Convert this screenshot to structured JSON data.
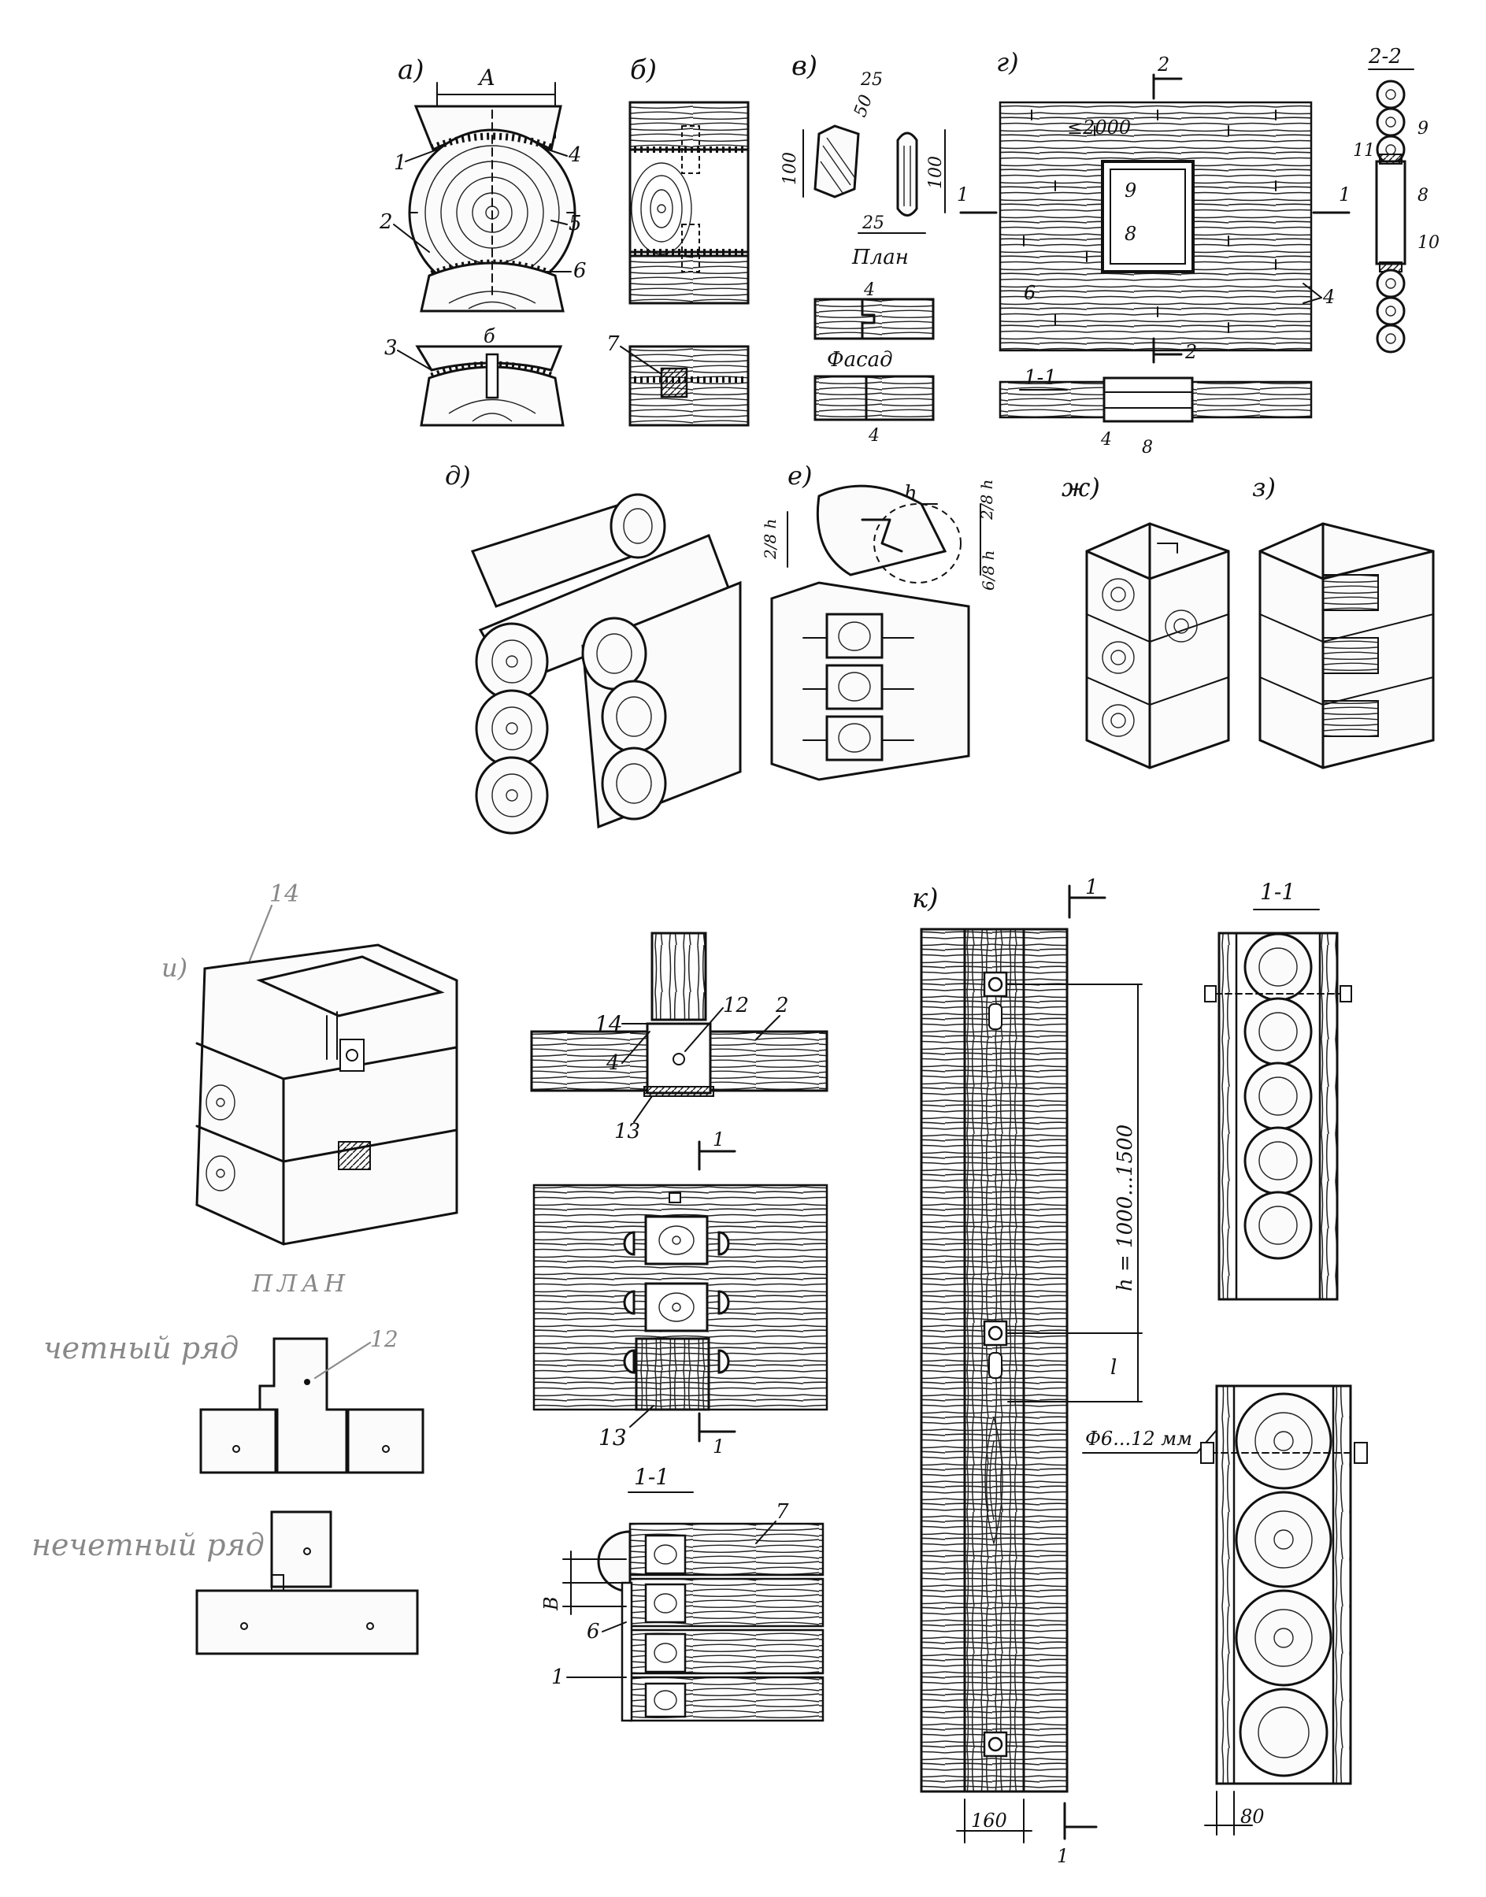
{
  "panels": {
    "a": {
      "label": "а)",
      "dim": "А",
      "callouts": [
        "1",
        "2",
        "3",
        "4",
        "5",
        "6"
      ],
      "section_mark": "б"
    },
    "b": {
      "label": "б)",
      "callouts": [
        "7"
      ]
    },
    "v": {
      "label": "в)",
      "dims": [
        "25",
        "50",
        "100",
        "100",
        "25"
      ],
      "plan": "План",
      "facade": "Фасад",
      "callouts": [
        "4",
        "4"
      ]
    },
    "g": {
      "label": "г)",
      "max_span": "≤2000",
      "section": "2-2",
      "section_1": "1-1",
      "cut_marks": [
        "2",
        "1",
        "1",
        "2"
      ],
      "callouts": [
        "9",
        "8",
        "6",
        "4",
        "11",
        "9",
        "8",
        "10",
        "4",
        "8"
      ]
    },
    "d": {
      "label": "д)"
    },
    "e": {
      "label": "е)",
      "dims": [
        "h",
        "2/8 h",
        "2/8 h",
        "6/8 h"
      ]
    },
    "zh": {
      "label": "ж)"
    },
    "z": {
      "label": "з)"
    },
    "i": {
      "label": "и)",
      "callouts": [
        "14"
      ],
      "plan": "ПЛАН",
      "even_row": "четный ряд",
      "odd_row": "нечетный ряд",
      "plan_callout": "12"
    },
    "mid": {
      "callouts": [
        "14",
        "4",
        "12",
        "2",
        "13",
        "13",
        "7",
        "6",
        "1"
      ],
      "cut_marks": [
        "1",
        "1"
      ],
      "section": "1-1",
      "dim": "В"
    },
    "k": {
      "label": "к)",
      "cut_marks": [
        "1",
        "1"
      ],
      "height": "h = 1000...1500",
      "dim_l": "l",
      "bolt": "Ф6...12 мм",
      "width_1": "160",
      "width_2": "80",
      "section": "1-1"
    }
  },
  "colors": {
    "ink": "#111111",
    "pencil": "#888888",
    "paper": "#ffffff"
  }
}
